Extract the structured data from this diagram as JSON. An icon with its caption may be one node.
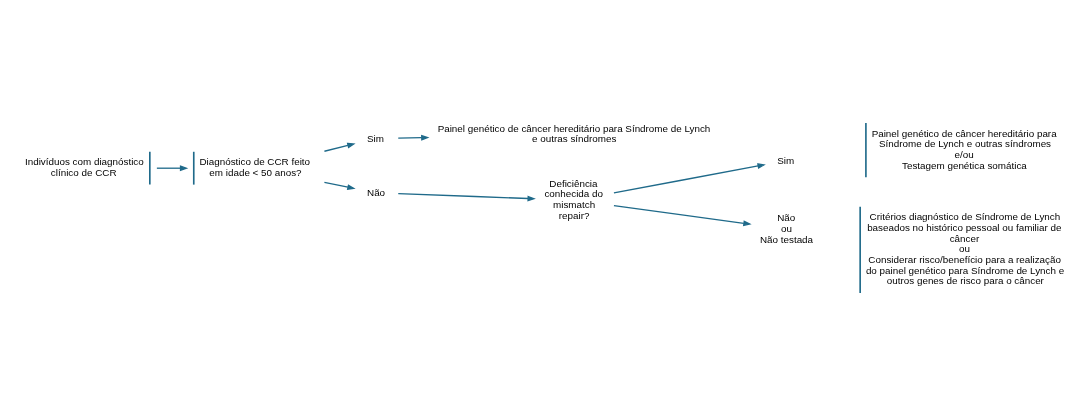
{
  "diagram": {
    "nodes": [
      {
        "text": [
          "Indivíduos com diagnóstico clínico de CCR"
        ]
      },
      {
        "text": [
          "Diagnóstico de CCR feito em idade < 50 anos?"
        ]
      },
      {
        "text": [
          "Sim"
        ]
      },
      {
        "text": [
          "Painel genético de câncer hereditário para Síndrome de Lynch e outras síndromes"
        ]
      },
      {
        "text": [
          "Não"
        ]
      },
      {
        "text": [
          "Deficiência conhecida do mismatch repair?"
        ]
      },
      {
        "text": [
          "Sim"
        ]
      },
      {
        "text": [
          "Painel genético de câncer hereditário para Síndrome de Lynch e outras síndromes",
          "e/ou",
          "Testagem genética somática"
        ]
      },
      {
        "text": [
          "Não",
          "ou",
          "Não testada"
        ]
      },
      {
        "text": [
          "Critérios diagnóstico de Síndrome de Lynch baseados no histórico pessoal ou familiar de câncer",
          "ou",
          "Considerar risco/benefício para a realização do painel genético para Síndrome de Lynch e outros genes de risco para o câncer"
        ]
      }
    ],
    "edges": [
      {
        "from": 0,
        "to": 1,
        "arrow": "to"
      },
      {
        "from": 1,
        "to": 2,
        "arrow": "to"
      },
      {
        "from": 1,
        "to": 4,
        "arrow": "to"
      },
      {
        "from": 2,
        "to": 3,
        "arrow": "to"
      },
      {
        "from": 4,
        "to": 5,
        "arrow": "to"
      },
      {
        "from": 5,
        "to": 6,
        "arrow": "to"
      },
      {
        "from": 5,
        "to": 8,
        "arrow": "to"
      }
    ]
  }
}
